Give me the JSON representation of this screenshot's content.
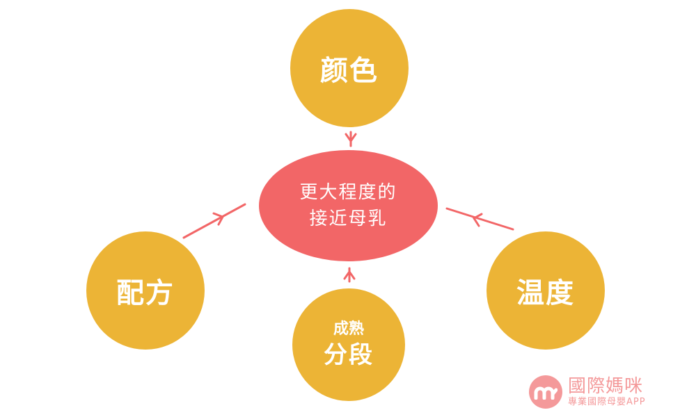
{
  "center": {
    "line1": "更大程度的",
    "line2": "接近母乳"
  },
  "factors": {
    "top": "颜色",
    "left": "配方",
    "right": "温度",
    "bottom_line1": "成熟",
    "bottom_line2": "分段"
  },
  "logo": {
    "title": "國際媽咪",
    "subtitle": "專業國際母嬰APP"
  },
  "colors": {
    "factor": "#ecb436",
    "center": "#f26667",
    "arrow": "#f26667",
    "logo": "#f4999a"
  }
}
